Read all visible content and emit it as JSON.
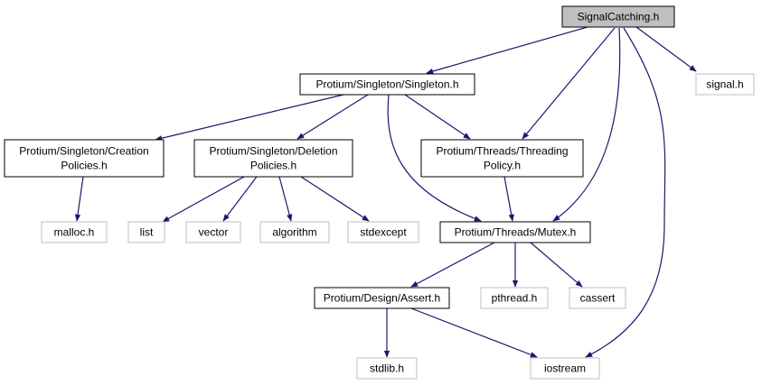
{
  "colors": {
    "edge": "#191970",
    "border_local": "#000000",
    "border_external": "#bfbfbf",
    "fill_root": "#bfbfbf",
    "fill_node": "#ffffff",
    "text": "#000000"
  },
  "nodes": [
    {
      "id": "root",
      "lines": [
        "SignalCatching.h"
      ],
      "kind": "root"
    },
    {
      "id": "singleton",
      "lines": [
        "Protium/Singleton/Singleton.h"
      ],
      "kind": "local"
    },
    {
      "id": "signal",
      "lines": [
        "signal.h"
      ],
      "kind": "external"
    },
    {
      "id": "creation",
      "lines": [
        "Protium/Singleton/Creation",
        "Policies.h"
      ],
      "kind": "local"
    },
    {
      "id": "deletion",
      "lines": [
        "Protium/Singleton/Deletion",
        "Policies.h"
      ],
      "kind": "local"
    },
    {
      "id": "threading",
      "lines": [
        "Protium/Threads/Threading",
        "Policy.h"
      ],
      "kind": "local"
    },
    {
      "id": "malloc",
      "lines": [
        "malloc.h"
      ],
      "kind": "external"
    },
    {
      "id": "list",
      "lines": [
        "list"
      ],
      "kind": "external"
    },
    {
      "id": "vector",
      "lines": [
        "vector"
      ],
      "kind": "external"
    },
    {
      "id": "algorithm",
      "lines": [
        "algorithm"
      ],
      "kind": "external"
    },
    {
      "id": "stdexcept",
      "lines": [
        "stdexcept"
      ],
      "kind": "external"
    },
    {
      "id": "mutex",
      "lines": [
        "Protium/Threads/Mutex.h"
      ],
      "kind": "local"
    },
    {
      "id": "assert",
      "lines": [
        "Protium/Design/Assert.h"
      ],
      "kind": "local"
    },
    {
      "id": "pthread",
      "lines": [
        "pthread.h"
      ],
      "kind": "external"
    },
    {
      "id": "cassert",
      "lines": [
        "cassert"
      ],
      "kind": "external"
    },
    {
      "id": "stdlib",
      "lines": [
        "stdlib.h"
      ],
      "kind": "external"
    },
    {
      "id": "iostream",
      "lines": [
        "iostream"
      ],
      "kind": "external"
    }
  ],
  "edges": [
    {
      "from": "root",
      "to": "singleton"
    },
    {
      "from": "root",
      "to": "signal"
    },
    {
      "from": "root",
      "to": "threading"
    },
    {
      "from": "root",
      "to": "mutex"
    },
    {
      "from": "root",
      "to": "iostream"
    },
    {
      "from": "singleton",
      "to": "creation"
    },
    {
      "from": "singleton",
      "to": "deletion"
    },
    {
      "from": "singleton",
      "to": "threading"
    },
    {
      "from": "singleton",
      "to": "mutex"
    },
    {
      "from": "creation",
      "to": "malloc"
    },
    {
      "from": "deletion",
      "to": "list"
    },
    {
      "from": "deletion",
      "to": "vector"
    },
    {
      "from": "deletion",
      "to": "algorithm"
    },
    {
      "from": "deletion",
      "to": "stdexcept"
    },
    {
      "from": "threading",
      "to": "mutex"
    },
    {
      "from": "mutex",
      "to": "assert"
    },
    {
      "from": "mutex",
      "to": "pthread"
    },
    {
      "from": "mutex",
      "to": "cassert"
    },
    {
      "from": "assert",
      "to": "stdlib"
    },
    {
      "from": "assert",
      "to": "iostream"
    }
  ]
}
